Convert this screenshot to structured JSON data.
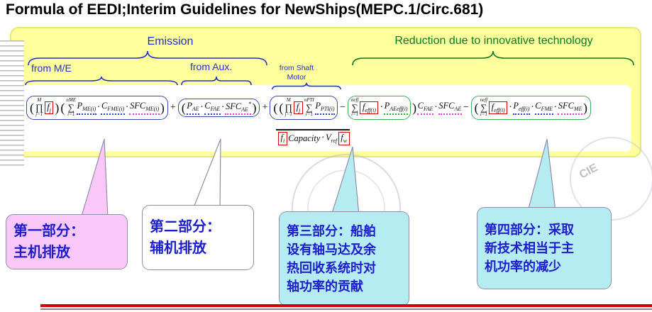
{
  "title": "Formula of EEDI;Interim Guidelines for NewShips(MEPC.1/Circ.681)",
  "labels": {
    "emission": "Emission",
    "reduction": "Reduction due to innovative technology",
    "from_me": "from M/E",
    "from_aux": "from Aux.",
    "from_shaft": "from Shaft Motor"
  },
  "colors": {
    "panel_bg": "#ffff9e",
    "emission": "#2230c8",
    "reduction": "#0d7a22",
    "highlight_red": "#dd0000",
    "callout_pink": "#f9c8f9",
    "callout_cyan": "#b5ecf2",
    "callout_text": "#1d1dcf",
    "red_line": "#d40000"
  },
  "watermark": {
    "text": "CIE"
  },
  "formula": {
    "numerator": [
      {
        "t": "grp",
        "cls": "blue",
        "items": [
          {
            "t": "par",
            "v": "("
          },
          {
            "t": "big",
            "s": "∏",
            "a": "M",
            "b": "j=1"
          },
          {
            "t": "var",
            "v": "f",
            "sub": "j",
            "red": true
          },
          {
            "t": "par",
            "v": ")"
          },
          {
            "t": "par",
            "v": "("
          },
          {
            "t": "big",
            "s": "∑",
            "a": "nME",
            "b": "i=1"
          },
          {
            "t": "var",
            "v": "P",
            "sub": "ME(i)",
            "ul": "b"
          },
          {
            "t": "dot"
          },
          {
            "t": "var",
            "v": "C",
            "sub": "FME(i)",
            "ul": "b"
          },
          {
            "t": "dot"
          },
          {
            "t": "var",
            "v": "SFC",
            "sub": "ME(i)",
            "ul": "m"
          },
          {
            "t": "par",
            "v": ")"
          }
        ]
      },
      {
        "t": "op",
        "v": "+"
      },
      {
        "t": "grp",
        "cls": "blue",
        "items": [
          {
            "t": "par",
            "v": "("
          },
          {
            "t": "var",
            "v": "P",
            "sub": "AE",
            "ul": "b"
          },
          {
            "t": "dot"
          },
          {
            "t": "var",
            "v": "C",
            "sub": "FAE",
            "ul": "b"
          },
          {
            "t": "dot"
          },
          {
            "t": "var",
            "v": "SFC",
            "sub": "AE",
            "sup": "*",
            "ul": "m"
          },
          {
            "t": "par",
            "v": ")"
          }
        ]
      },
      {
        "t": "op",
        "v": "+"
      },
      {
        "t": "grp",
        "cls": "blue",
        "items": [
          {
            "t": "par",
            "v": "("
          },
          {
            "t": "par",
            "v": "("
          },
          {
            "t": "big",
            "s": "∏",
            "a": "M",
            "b": "j=1"
          },
          {
            "t": "var",
            "v": "f",
            "sub": "j",
            "red": true
          },
          {
            "t": "big",
            "s": "∑",
            "a": "nPTI",
            "b": "i=1"
          },
          {
            "t": "var",
            "v": "P",
            "sub": "PTI(i)",
            "ul": "b"
          }
        ]
      },
      {
        "t": "op",
        "v": "−"
      },
      {
        "t": "grp",
        "cls": "green",
        "items": [
          {
            "t": "big",
            "s": "∑",
            "a": "neff",
            "b": "i=1"
          },
          {
            "t": "var",
            "v": "f",
            "sub": "eff(i)",
            "red": true
          },
          {
            "t": "dot"
          },
          {
            "t": "var",
            "v": "P",
            "sub": "AEeff(i)",
            "ul": "g"
          }
        ]
      },
      {
        "t": "par",
        "v": ")"
      },
      {
        "t": "var",
        "v": "C",
        "sub": "FAE",
        "ul": "m"
      },
      {
        "t": "dot"
      },
      {
        "t": "var",
        "v": "SFC",
        "sub": "AE",
        "ul": "m"
      },
      {
        "t": "op",
        "v": "−"
      },
      {
        "t": "grp",
        "cls": "green",
        "items": [
          {
            "t": "par",
            "v": "("
          },
          {
            "t": "big",
            "s": "∑",
            "a": "neff",
            "b": "i=1"
          },
          {
            "t": "var",
            "v": "f",
            "sub": "eff(i)",
            "red": true
          },
          {
            "t": "dot"
          },
          {
            "t": "var",
            "v": "P",
            "sub": "eff(i)",
            "ul": "b"
          },
          {
            "t": "dot"
          },
          {
            "t": "var",
            "v": "C",
            "sub": "FME",
            "ul": "b"
          },
          {
            "t": "dot"
          },
          {
            "t": "var",
            "v": "SFC",
            "sub": "ME",
            "ul": "m"
          },
          {
            "t": "par",
            "v": ")"
          }
        ]
      }
    ],
    "denominator": [
      {
        "t": "var",
        "v": "f",
        "sub": "i",
        "red": true
      },
      {
        "t": "var",
        "v": "Capacity"
      },
      {
        "t": "dot"
      },
      {
        "t": "var",
        "v": "V",
        "sub": "ref"
      },
      {
        "t": "var",
        "v": "f",
        "sub": "w",
        "red": true
      }
    ]
  },
  "callouts": [
    {
      "text": "第一部分：\n主机排放"
    },
    {
      "text": "第二部分：\n辅机排放"
    },
    {
      "text": "第三部分：船舶\n设有轴马达及余\n热回收系统时对\n轴功率的贡献"
    },
    {
      "text": "第四部分：采取\n新技术相当于主\n机功率的减少"
    }
  ]
}
